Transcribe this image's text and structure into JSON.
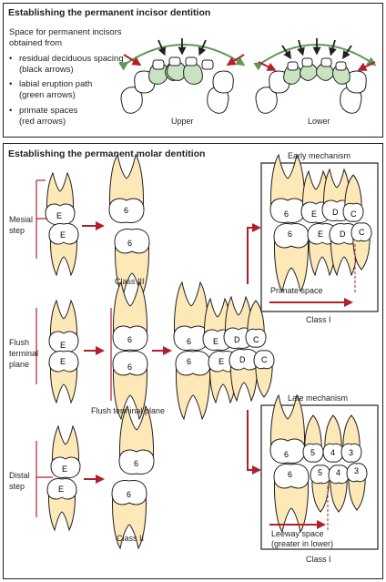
{
  "colors": {
    "enamel": "#fde9b8",
    "outline": "#231f20",
    "green": "#c9e3c2",
    "green_arrow": "#5a9a53",
    "red_arrow": "#b21e2b",
    "black_arrow": "#231f20"
  },
  "incisor_panel": {
    "title": "Establishing the permanent incisor dentition",
    "intro_line1": "Space for permanent incisors",
    "intro_line2": "obtained from",
    "bullet1_line1": "residual deciduous spacing",
    "bullet1_line2": "(black arrows)",
    "bullet2_line1": "labial eruption path",
    "bullet2_line2": "(green arrows)",
    "bullet3_line1": "primate spaces",
    "bullet3_line2": "(red arrows)",
    "bullet_glyph": "•",
    "upper_label": "Upper",
    "lower_label": "Lower"
  },
  "molar_panel": {
    "title": "Establishing the permanent molar dentition",
    "row_mesial_line1": "Mesial",
    "row_mesial_line2": "step",
    "row_flush_line1": "Flush",
    "row_flush_line2": "terminal",
    "row_flush_line3": "plane",
    "row_distal_line1": "Distal",
    "row_distal_line2": "step",
    "class3_label": "Class III",
    "flush_caption": "Flush terminal plane",
    "class2_label": "Class II",
    "early_title": "Early mechanism",
    "primate_space": "Primate space",
    "early_class": "Class I",
    "late_title": "Late mechanism",
    "leeway_line1": "Leeway space",
    "leeway_line2": "(greater in lower)",
    "late_class": "Class I",
    "tooth_E": "E",
    "tooth_D": "D",
    "tooth_C": "C",
    "tooth_6": "6",
    "tooth_5": "5",
    "tooth_4": "4",
    "tooth_3": "3"
  }
}
